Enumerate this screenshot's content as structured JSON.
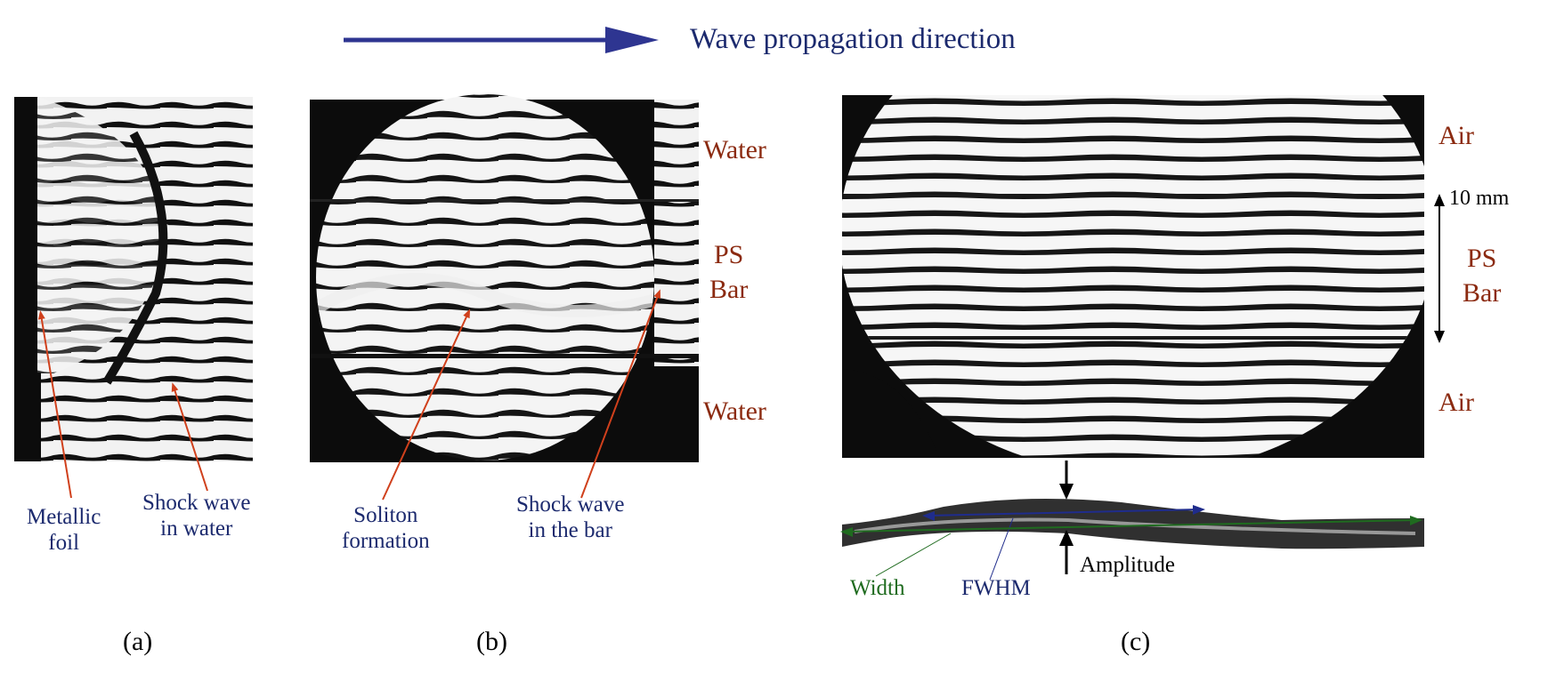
{
  "header": {
    "direction_label": "Wave propagation direction"
  },
  "panel_a": {
    "letter": "(a)",
    "labels": {
      "metallic_foil": [
        "Metallic",
        "foil"
      ],
      "shock_wave_water": [
        "Shock wave",
        "in water"
      ]
    }
  },
  "panel_b": {
    "letter": "(b)",
    "media": {
      "water_top": "Water",
      "ps_bar": [
        "PS",
        "Bar"
      ],
      "water_bottom": "Water"
    },
    "labels": {
      "soliton": [
        "Soliton",
        "formation"
      ],
      "shock_wave_bar": [
        "Shock wave",
        "in the bar"
      ]
    }
  },
  "panel_c": {
    "letter": "(c)",
    "media": {
      "air_top": "Air",
      "ps_bar": [
        "PS",
        "Bar"
      ],
      "air_bottom": "Air"
    },
    "scale": "10 mm",
    "measurements": {
      "width": "Width",
      "fwhm": "FWHM",
      "amplitude": "Amplitude"
    }
  },
  "colors": {
    "arrow_navy": "#2e3591",
    "label_red": "#8b2a10",
    "label_navy": "#1c2a6e",
    "pointer_red": "#d0401c",
    "width_green": "#1f6b1f",
    "fwhm_blue": "#1f2c8c"
  }
}
